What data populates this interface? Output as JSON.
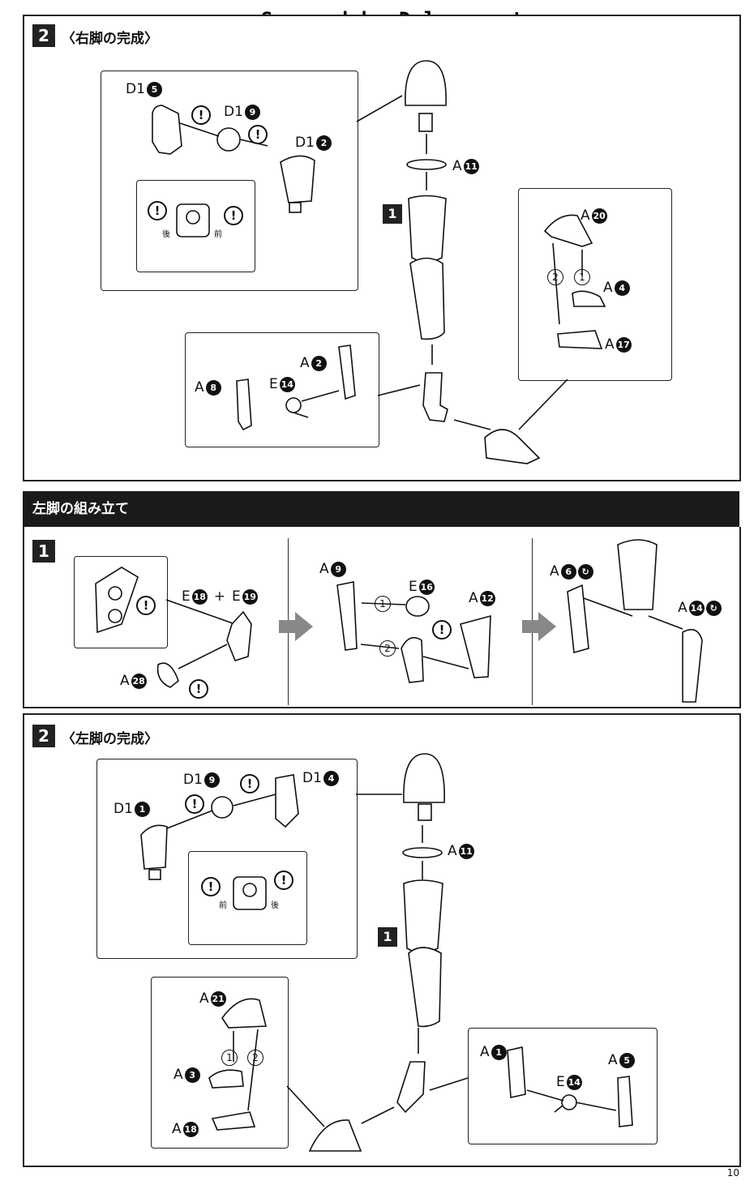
{
  "header": {
    "watermark": "Scanned by Dalong.net"
  },
  "section_right_complete": {
    "step_number": "2",
    "title": "〈右脚の完成〉",
    "labels": {
      "d1_5": "D1",
      "d1_5_n": "5",
      "d1_9": "D1",
      "d1_9_n": "9",
      "d1_2": "D1",
      "d1_2_n": "2",
      "a11": "A",
      "a11_n": "11",
      "a20": "A",
      "a20_n": "20",
      "a4": "A",
      "a4_n": "4",
      "a17": "A",
      "a17_n": "17",
      "a2": "A",
      "a2_n": "2",
      "a8": "A",
      "a8_n": "8",
      "e14": "E",
      "e14_n": "14"
    },
    "step_badge_1": "1",
    "back_label": "後",
    "front_label": "前",
    "order_1": "1",
    "order_2": "2"
  },
  "banner": {
    "title": "左脚の組み立て"
  },
  "section_left_1": {
    "step_number": "1",
    "labels": {
      "e18": "E",
      "e18_n": "18",
      "plus": "+",
      "e19": "E",
      "e19_n": "19",
      "a28": "A",
      "a28_n": "28",
      "a9": "A",
      "a9_n": "9",
      "e16": "E",
      "e16_n": "16",
      "a12": "A",
      "a12_n": "12",
      "a6": "A",
      "a6_n": "6",
      "a14": "A",
      "a14_n": "14"
    },
    "order_1": "1",
    "order_2": "2"
  },
  "section_left_complete": {
    "step_number": "2",
    "title": "〈左脚の完成〉",
    "labels": {
      "d1_9": "D1",
      "d1_9_n": "9",
      "d1_4": "D1",
      "d1_4_n": "4",
      "d1_1": "D1",
      "d1_1_n": "1",
      "a11": "A",
      "a11_n": "11",
      "a21": "A",
      "a21_n": "21",
      "a3": "A",
      "a3_n": "3",
      "a18": "A",
      "a18_n": "18",
      "a1": "A",
      "a1_n": "1",
      "a5": "A",
      "a5_n": "5",
      "e14": "E",
      "e14_n": "14"
    },
    "step_badge_1": "1",
    "front_label": "前",
    "back_label": "後",
    "order_1": "1",
    "order_2": "2"
  },
  "warning_glyph": "!",
  "page": {
    "number": "10"
  }
}
